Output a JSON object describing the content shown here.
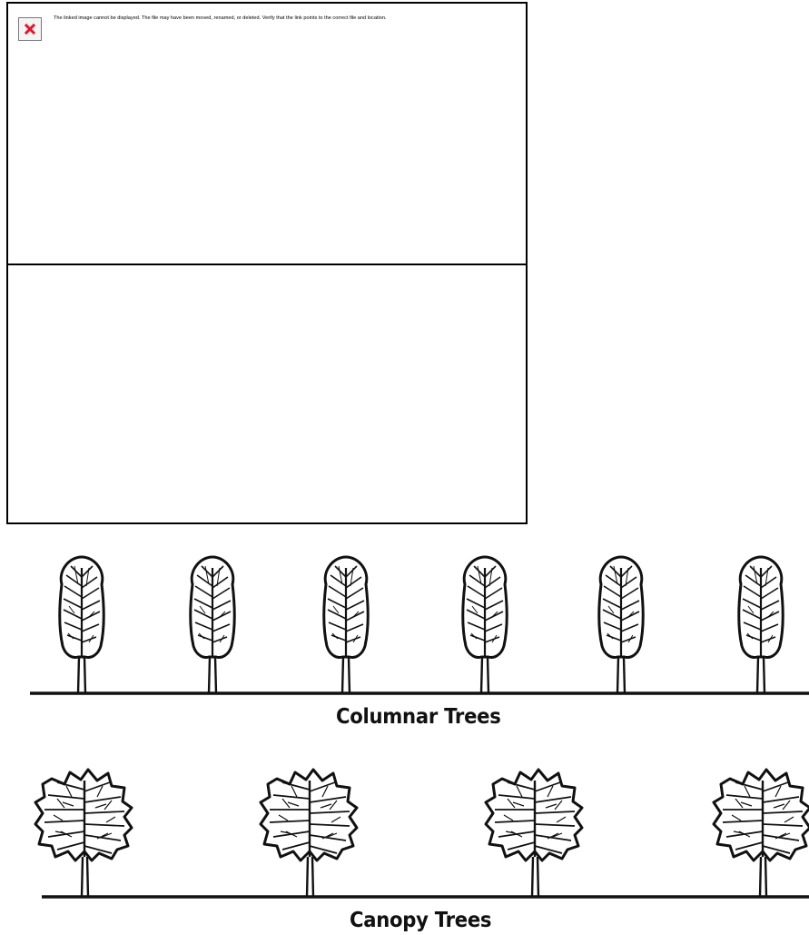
{
  "broken_image": {
    "icon": "broken-image-icon",
    "message": "The linked image cannot be displayed.  The file may have been moved, renamed, or deleted. Verify that the link points to the correct file and location."
  },
  "illustration": {
    "rows": [
      {
        "label": "Columnar Trees",
        "tree_type": "columnar",
        "tree_count": 6
      },
      {
        "label": "Canopy Trees",
        "tree_type": "canopy",
        "tree_count": 4
      }
    ]
  },
  "colors": {
    "ink": "#111111",
    "background": "#ffffff",
    "error_red": "#e8132b"
  }
}
